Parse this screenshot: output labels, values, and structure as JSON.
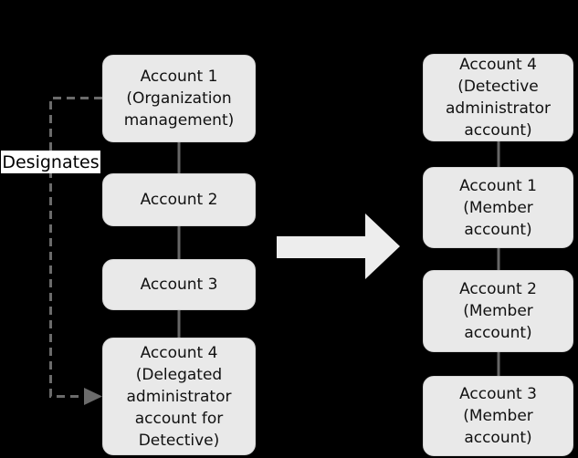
{
  "colors": {
    "background": "#000000",
    "box_fill": "#e9e9e9",
    "box_border": "#d6d6d6",
    "connector": "#666666",
    "dashed_line": "#6b6b6b",
    "big_arrow_fill": "#ededed",
    "label_bg": "#ffffff",
    "text": "#111111"
  },
  "designates_label": "Designates",
  "left_column": {
    "boxes": [
      {
        "label": "Account 1\n(Organization\nmanagement)"
      },
      {
        "label": "Account 2"
      },
      {
        "label": "Account 3"
      },
      {
        "label": "Account 4\n(Delegated\nadministrator\naccount for\nDetective)"
      }
    ]
  },
  "right_column": {
    "boxes": [
      {
        "label": "Account 4\n(Detective\nadministrator\naccount)"
      },
      {
        "label": "Account 1\n(Member\naccount)"
      },
      {
        "label": "Account 2\n(Member\naccount)"
      },
      {
        "label": "Account 3\n(Member\naccount)"
      }
    ]
  }
}
